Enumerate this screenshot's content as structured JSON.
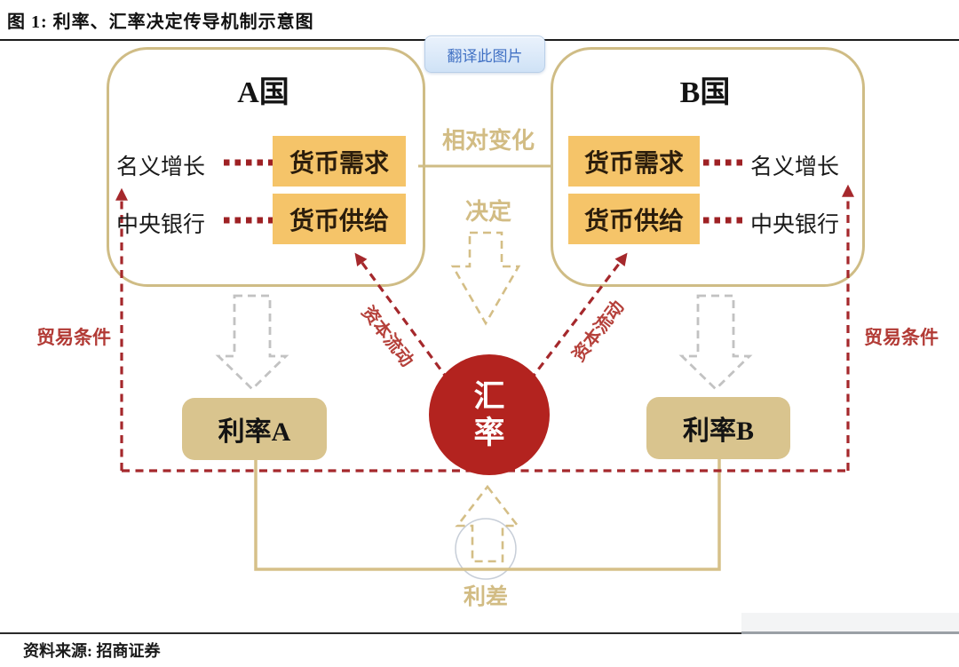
{
  "page": {
    "title": "图 1: 利率、汇率决定传导机制示意图",
    "source": "资料来源: 招商证券"
  },
  "translate_button": {
    "label": "翻译此图片"
  },
  "diagram": {
    "country_a": {
      "title": "A国",
      "side_labels": [
        "名义增长",
        "中央银行"
      ],
      "boxes": [
        "货币需求",
        "货币供给"
      ]
    },
    "country_b": {
      "title": "B国",
      "side_labels": [
        "名义增长",
        "中央银行"
      ],
      "boxes": [
        "货币需求",
        "货币供给"
      ]
    },
    "relative_change": "相对变化",
    "determine": "决定",
    "exchange_rate": "汇\n率",
    "rate_a": "利率A",
    "rate_b": "利率B",
    "trade_terms": "贸易条件",
    "capital_flow": "资本流动",
    "interest_spread": "利差",
    "colors": {
      "gold_border": "#cfbc85",
      "gold_text": "#d2bc84",
      "orange_box_fill": "#f5c469",
      "rate_box_fill": "#d9c48e",
      "red_circle": "#b3231f",
      "red_dash": "#a5282c",
      "red_label": "#b23a35",
      "gray_arrow": "#c2c2c2",
      "button_text_blue": "#4171c4"
    }
  }
}
